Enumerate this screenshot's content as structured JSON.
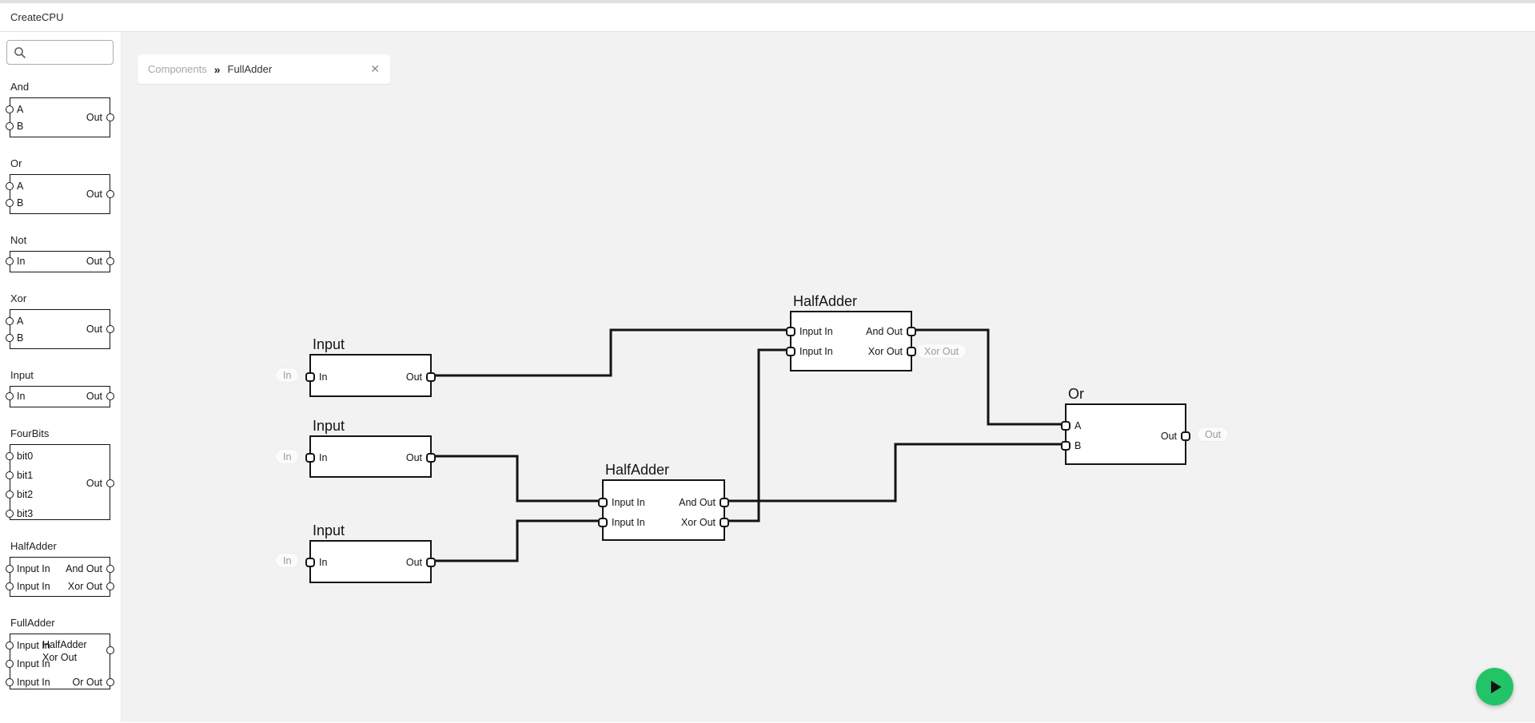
{
  "header": {
    "title": "CreateCPU"
  },
  "search": {
    "placeholder": "",
    "icon": "magnifier"
  },
  "tab": {
    "context": "Components",
    "separator": "»",
    "title": "FullAdder",
    "close_icon": "✕"
  },
  "sidebar": {
    "items": [
      {
        "label": "And",
        "left": [
          "A",
          "B"
        ],
        "right": [
          "Out"
        ]
      },
      {
        "label": "Or",
        "left": [
          "A",
          "B"
        ],
        "right": [
          "Out"
        ]
      },
      {
        "label": "Not",
        "left": [
          "In"
        ],
        "right": [
          "Out"
        ]
      },
      {
        "label": "Xor",
        "left": [
          "A",
          "B"
        ],
        "right": [
          "Out"
        ]
      },
      {
        "label": "Input",
        "left": [
          "In"
        ],
        "right": [
          "Out"
        ]
      },
      {
        "label": "FourBits",
        "left": [
          "bit0",
          "bit1",
          "bit2",
          "bit3"
        ],
        "right": [
          "Out"
        ]
      },
      {
        "label": "HalfAdder",
        "left": [
          "Input In",
          "Input In"
        ],
        "right": [
          "And Out",
          "Xor Out"
        ]
      },
      {
        "label": "FullAdder",
        "left": [
          "Input In",
          "Input In",
          "Input In"
        ],
        "right": [
          "HalfAdder Xor Out",
          "Or Out"
        ]
      }
    ]
  },
  "canvas": {
    "nodes": [
      {
        "id": "input-1",
        "title": "Input",
        "left": [
          "In"
        ],
        "right": [
          "Out"
        ],
        "badge": "In"
      },
      {
        "id": "input-2",
        "title": "Input",
        "left": [
          "In"
        ],
        "right": [
          "Out"
        ],
        "badge": "In"
      },
      {
        "id": "input-3",
        "title": "Input",
        "left": [
          "In"
        ],
        "right": [
          "Out"
        ],
        "badge": "In"
      },
      {
        "id": "halfadder-top",
        "title": "HalfAdder",
        "left": [
          "Input In",
          "Input In"
        ],
        "right": [
          "And Out",
          "Xor Out"
        ],
        "badge": "Xor Out"
      },
      {
        "id": "halfadder-bottom",
        "title": "HalfAdder",
        "left": [
          "Input In",
          "Input In"
        ],
        "right": [
          "And Out",
          "Xor Out"
        ]
      },
      {
        "id": "or-1",
        "title": "Or",
        "left": [
          "A",
          "B"
        ],
        "right": [
          "Out"
        ],
        "badge": "Out"
      }
    ],
    "connections": [
      {
        "from": "input-1.Out",
        "to": "halfadder-top.Input In (1)"
      },
      {
        "from": "input-2.Out",
        "to": "halfadder-bottom.Input In (1)"
      },
      {
        "from": "input-3.Out",
        "to": "halfadder-bottom.Input In (2)"
      },
      {
        "from": "halfadder-bottom.Xor Out",
        "to": "halfadder-top.Input In (2)"
      },
      {
        "from": "halfadder-bottom.And Out",
        "to": "or-1.B"
      },
      {
        "from": "halfadder-top.And Out",
        "to": "or-1.A"
      }
    ]
  },
  "controls": {
    "run_icon": "play-triangle"
  },
  "colors": {
    "canvas_bg": "#f2f2f2",
    "panel_bg": "#ffffff",
    "wire": "#141414",
    "run_button_green": "#23c368",
    "muted_text": "#9a9a9a"
  }
}
